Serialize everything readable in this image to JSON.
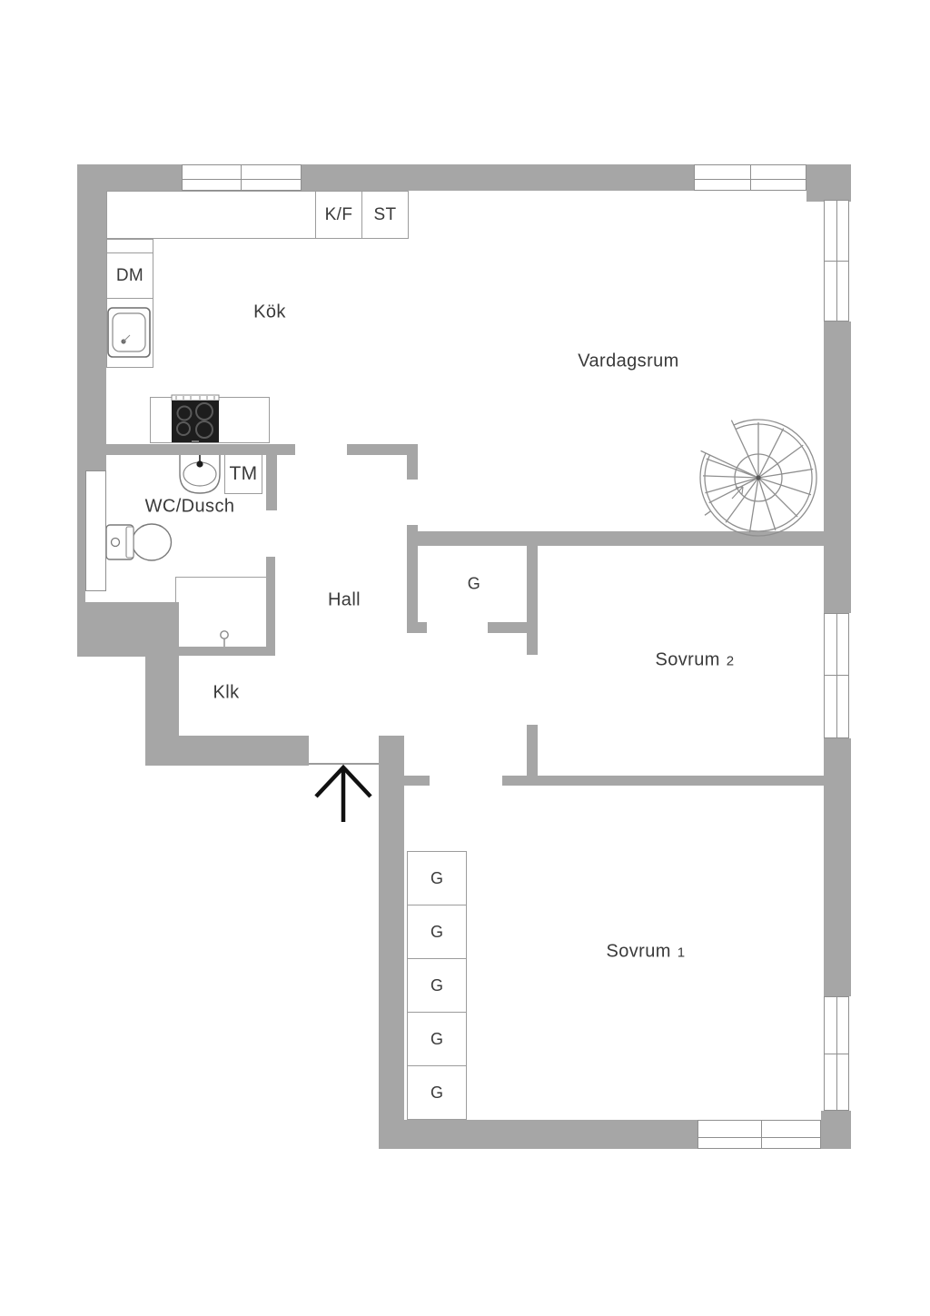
{
  "floorplan": {
    "rooms": {
      "kitchen": {
        "label": "Kök"
      },
      "living": {
        "label": "Vardagsrum"
      },
      "bathroom": {
        "label": "WC/Dusch"
      },
      "hall": {
        "label": "Hall"
      },
      "closet": {
        "label": "Klk"
      },
      "bedroom2": {
        "label": "Sovrum",
        "number": "2"
      },
      "bedroom1": {
        "label": "Sovrum",
        "number": "1"
      }
    },
    "fixtures": {
      "dishwasher": "DM",
      "fridge_freezer": "K/F",
      "tall_cabinet": "ST",
      "washing_machine": "TM"
    },
    "hall_closet_label": "G",
    "wardrobes": [
      {
        "label": "G"
      },
      {
        "label": "G"
      },
      {
        "label": "G"
      },
      {
        "label": "G"
      },
      {
        "label": "G"
      }
    ],
    "colors": {
      "wall": "#a6a6a6",
      "outline": "#8f8f8f",
      "text": "#3a3a3a",
      "stove": "#1d1d1d"
    }
  }
}
